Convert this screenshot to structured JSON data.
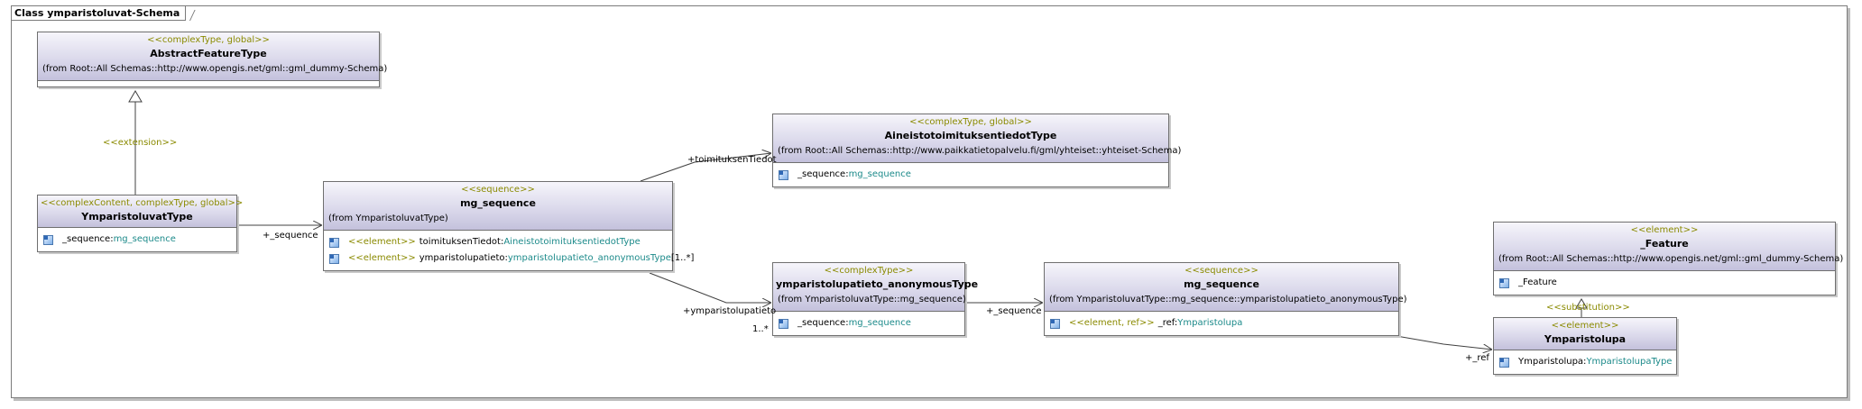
{
  "frame": {
    "title": "Class ymparistoluvat-Schema"
  },
  "boxes": {
    "abstract_feature": {
      "stereotype": "<<complexType, global>>",
      "name": "AbstractFeatureType",
      "from": "(from Root::All Schemas::http://www.opengis.net/gml::gml_dummy-Schema)"
    },
    "ymparistoluvat_type": {
      "stereotype": "<<complexContent, complexType, global>>",
      "name": "YmparistoluvatType",
      "attr": {
        "name": "_sequence:",
        "type": "mg_sequence"
      }
    },
    "mg_sequence_1": {
      "stereotype": "<<sequence>>",
      "name": "mg_sequence",
      "from": "(from YmparistoluvatType)",
      "attrs": [
        {
          "stereo": "<<element>>",
          "name": "toimituksenTiedot:",
          "type": "AineistotoimituksentiedotType"
        },
        {
          "stereo": "<<element>>",
          "name": "ymparistolupatieto:",
          "type": "ymparistolupatieto_anonymousType",
          "suffix": "[1..*]"
        }
      ]
    },
    "aineisto": {
      "stereotype": "<<complexType, global>>",
      "name": "AineistotoimituksentiedotType",
      "from": "(from Root::All Schemas::http://www.paikkatietopalvelu.fi/gml/yhteiset::yhteiset-Schema)",
      "attr": {
        "name": "_sequence:",
        "type": "mg_sequence"
      }
    },
    "anon_type": {
      "stereotype": "<<complexType>>",
      "name": "ymparistolupatieto_anonymousType",
      "from": "(from YmparistoluvatType::mg_sequence)",
      "attr": {
        "name": "_sequence:",
        "type": "mg_sequence"
      }
    },
    "mg_sequence_2": {
      "stereotype": "<<sequence>>",
      "name": "mg_sequence",
      "from": "(from YmparistoluvatType::mg_sequence::ymparistolupatieto_anonymousType)",
      "attr": {
        "stereo": "<<element, ref>>",
        "name": "_ref:",
        "type": "Ymparistolupa"
      }
    },
    "feature": {
      "stereotype": "<<element>>",
      "name": "_Feature",
      "from": "(from Root::All Schemas::http://www.opengis.net/gml::gml_dummy-Schema)",
      "attr": {
        "name": "_Feature",
        "type": ""
      }
    },
    "ymparistolupa": {
      "stereotype": "<<element>>",
      "name": "Ymparistolupa",
      "attr": {
        "name": "Ymparistolupa:",
        "type": "YmparistolupaType"
      }
    }
  },
  "edge_labels": {
    "extension": "<<extension>>",
    "sequence_1": "+_sequence",
    "toimituksen": "+toimituksenTiedot",
    "ymparistolupatieto": "+ymparistolupatieto",
    "multiplicity": "1..*",
    "sequence_2": "+_sequence",
    "ref": "+_ref",
    "substitution": "<<substitution>>"
  }
}
